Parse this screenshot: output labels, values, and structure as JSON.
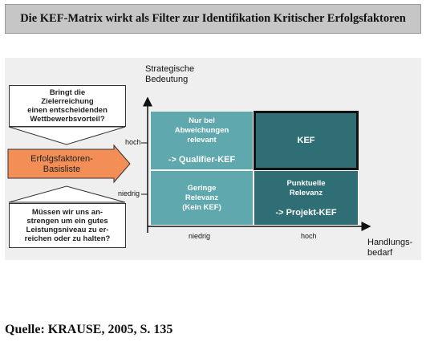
{
  "title": "Die KEF-Matrix wirkt als Filter zur Identifikation Kritischer Erfolgsfaktoren",
  "y_axis_label": "Strategische\nBedeutung",
  "x_axis_label": "Handlungs-\nbedarf",
  "y_ticks": {
    "high": "hoch",
    "low": "niedrig"
  },
  "x_ticks": {
    "low": "niedrig",
    "high": "hoch"
  },
  "question_top": "Bringt die\nZielerreichung\neinen entscheidenden\nWettbewerbsvorteil?",
  "question_bottom": "Müssen wir uns an-\nstrengen um ein gutes\nLeistungsniveau zu er-\nreichen oder zu halten?",
  "list_label": "Erfolgsfaktoren-\nBasisliste",
  "cells": {
    "top_left": {
      "line1": "Nur bei\nAbweichungen\nrelevant",
      "line2": "-> Qualifier-KEF"
    },
    "top_right": {
      "line1": "KEF",
      "line2": ""
    },
    "bottom_left": {
      "line1": "Geringe\nRelevanz\n(Kein KEF)",
      "line2": ""
    },
    "bottom_right": {
      "line1": "Punktuelle\nRelevanz",
      "line2": "-> Projekt-KEF"
    }
  },
  "colors": {
    "cell_light": "#5fa8ad",
    "cell_dark": "#2f6e74",
    "list_box": "#f28e56"
  },
  "source": "Quelle: KRAUSE, 2005, S. 135"
}
